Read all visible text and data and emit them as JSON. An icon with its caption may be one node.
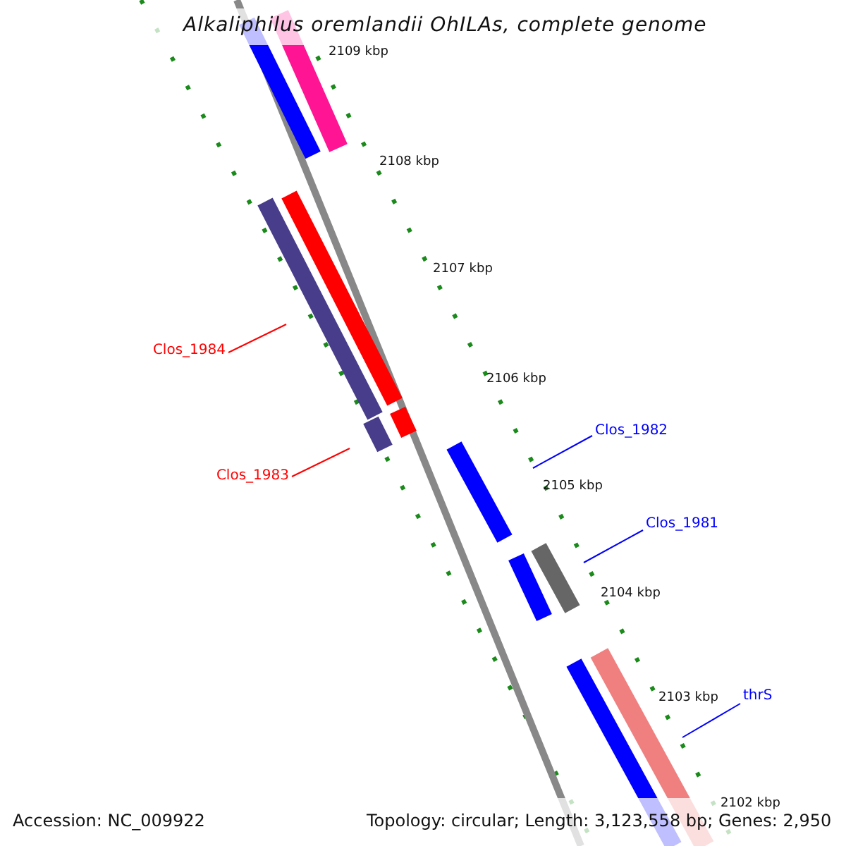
{
  "diagram": {
    "title": "Alkaliphilus oremlandii OhILAs, complete genome",
    "nodes": [
      {
        "text": [
          "Clos_1984"
        ]
      },
      {
        "text": [
          "Clos_1983"
        ]
      },
      {
        "text": [
          "Clos_1982"
        ]
      },
      {
        "text": [
          "Clos_1981"
        ]
      },
      {
        "text": [
          "thrS"
        ]
      }
    ],
    "edges": [
      {
        "from": 0,
        "to": null,
        "arrow": "none",
        "color": "#ff0000"
      },
      {
        "from": 1,
        "to": null,
        "arrow": "none",
        "color": "#ff0000"
      },
      {
        "from": 2,
        "to": null,
        "arrow": "none"
      },
      {
        "from": 3,
        "to": null,
        "arrow": "none"
      },
      {
        "from": 4,
        "to": null,
        "arrow": "none"
      }
    ],
    "labels": [
      "2109 kbp",
      "2108 kbp",
      "2107 kbp",
      "2106 kbp",
      "2105 kbp",
      "2104 kbp",
      "2103 kbp",
      "2102 kbp",
      "Accession: NC_009922",
      "Topology: circular; Length: 3,123,558 bp; Genes: 2,950"
    ]
  }
}
